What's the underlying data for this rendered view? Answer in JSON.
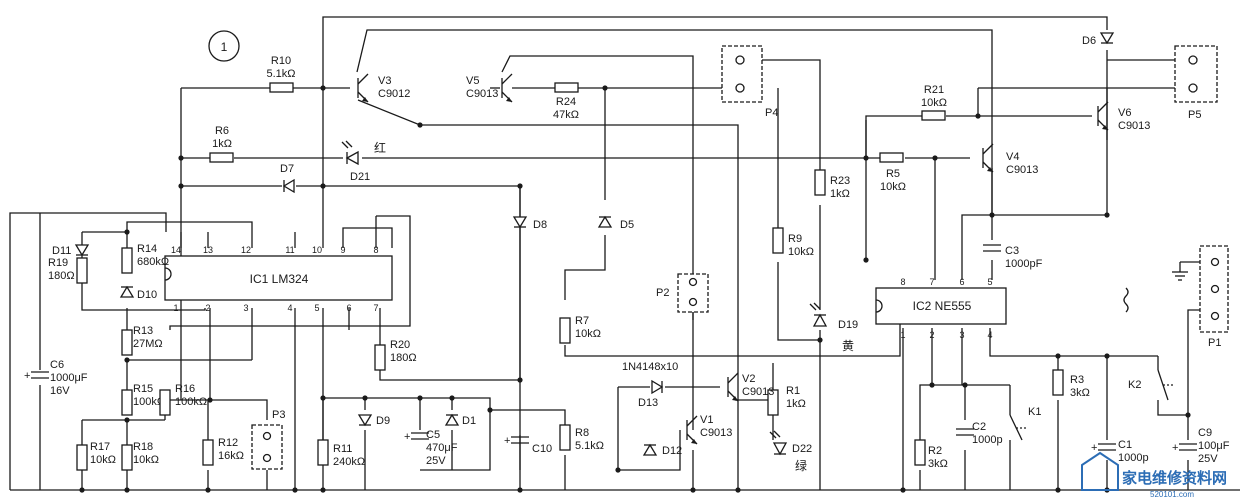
{
  "figure_number": "1",
  "chips": {
    "ic1": {
      "label": "IC1  LM324",
      "pins_top": [
        "14",
        "13",
        "12",
        "11",
        "10",
        "9",
        "8"
      ],
      "pins_bottom": [
        "1",
        "2",
        "3",
        "4",
        "5",
        "6",
        "7"
      ]
    },
    "ic2": {
      "label": "IC2  NE555",
      "pins_top": [
        "8",
        "7",
        "6",
        "5"
      ],
      "pins_bottom": [
        "1",
        "2",
        "3",
        "4"
      ]
    }
  },
  "resistors": [
    {
      "ref": "R10",
      "value": "5.1kΩ"
    },
    {
      "ref": "R6",
      "value": "1kΩ"
    },
    {
      "ref": "R24",
      "value": "47kΩ"
    },
    {
      "ref": "R21",
      "value": "10kΩ"
    },
    {
      "ref": "R5",
      "value": "10kΩ"
    },
    {
      "ref": "R23",
      "value": "1kΩ"
    },
    {
      "ref": "R9",
      "value": "10kΩ"
    },
    {
      "ref": "R14",
      "value": "680kΩ"
    },
    {
      "ref": "R19",
      "value": "180Ω"
    },
    {
      "ref": "R13",
      "value": "27MΩ"
    },
    {
      "ref": "R15",
      "value": "100kΩ"
    },
    {
      "ref": "R16",
      "value": "100kΩ"
    },
    {
      "ref": "R17",
      "value": "10kΩ"
    },
    {
      "ref": "R18",
      "value": "10kΩ"
    },
    {
      "ref": "R12",
      "value": "16kΩ"
    },
    {
      "ref": "R20",
      "value": "180Ω"
    },
    {
      "ref": "R11",
      "value": "240kΩ"
    },
    {
      "ref": "R7",
      "value": "10kΩ"
    },
    {
      "ref": "R8",
      "value": "5.1kΩ"
    },
    {
      "ref": "R1",
      "value": "1kΩ"
    },
    {
      "ref": "R2",
      "value": "3kΩ"
    },
    {
      "ref": "R3",
      "value": "3kΩ"
    }
  ],
  "transistors": [
    {
      "ref": "V3",
      "type": "C9012"
    },
    {
      "ref": "V5",
      "type": "C9013"
    },
    {
      "ref": "V6",
      "type": "C9013"
    },
    {
      "ref": "V4",
      "type": "C9013"
    },
    {
      "ref": "V2",
      "type": "C9013"
    },
    {
      "ref": "V1",
      "type": "C9013"
    }
  ],
  "capacitors": [
    {
      "ref": "C3",
      "value": "1000pF"
    },
    {
      "ref": "C6",
      "value": "1000μF",
      "voltage": "16V"
    },
    {
      "ref": "C5",
      "value": "470μF",
      "voltage": "25V"
    },
    {
      "ref": "C10",
      "value": ""
    },
    {
      "ref": "C2",
      "value": "1000p"
    },
    {
      "ref": "C1",
      "value": "1000p"
    },
    {
      "ref": "C9",
      "value": "100μF",
      "voltage": "25V"
    }
  ],
  "diodes": [
    "D6",
    "D7",
    "D8",
    "D5",
    "D11",
    "D10",
    "D9",
    "D1",
    "D13",
    "D12"
  ],
  "diode_note": "1N4148x10",
  "leds": [
    {
      "ref": "D21",
      "color": "红"
    },
    {
      "ref": "D19",
      "color": "黄"
    },
    {
      "ref": "D22",
      "color": "绿"
    }
  ],
  "connectors": [
    "P4",
    "P5",
    "P2",
    "P3",
    "P1"
  ],
  "switches": [
    "K1",
    "K2"
  ],
  "watermark": {
    "text": "家电维修资料网",
    "url": "520101.com"
  }
}
